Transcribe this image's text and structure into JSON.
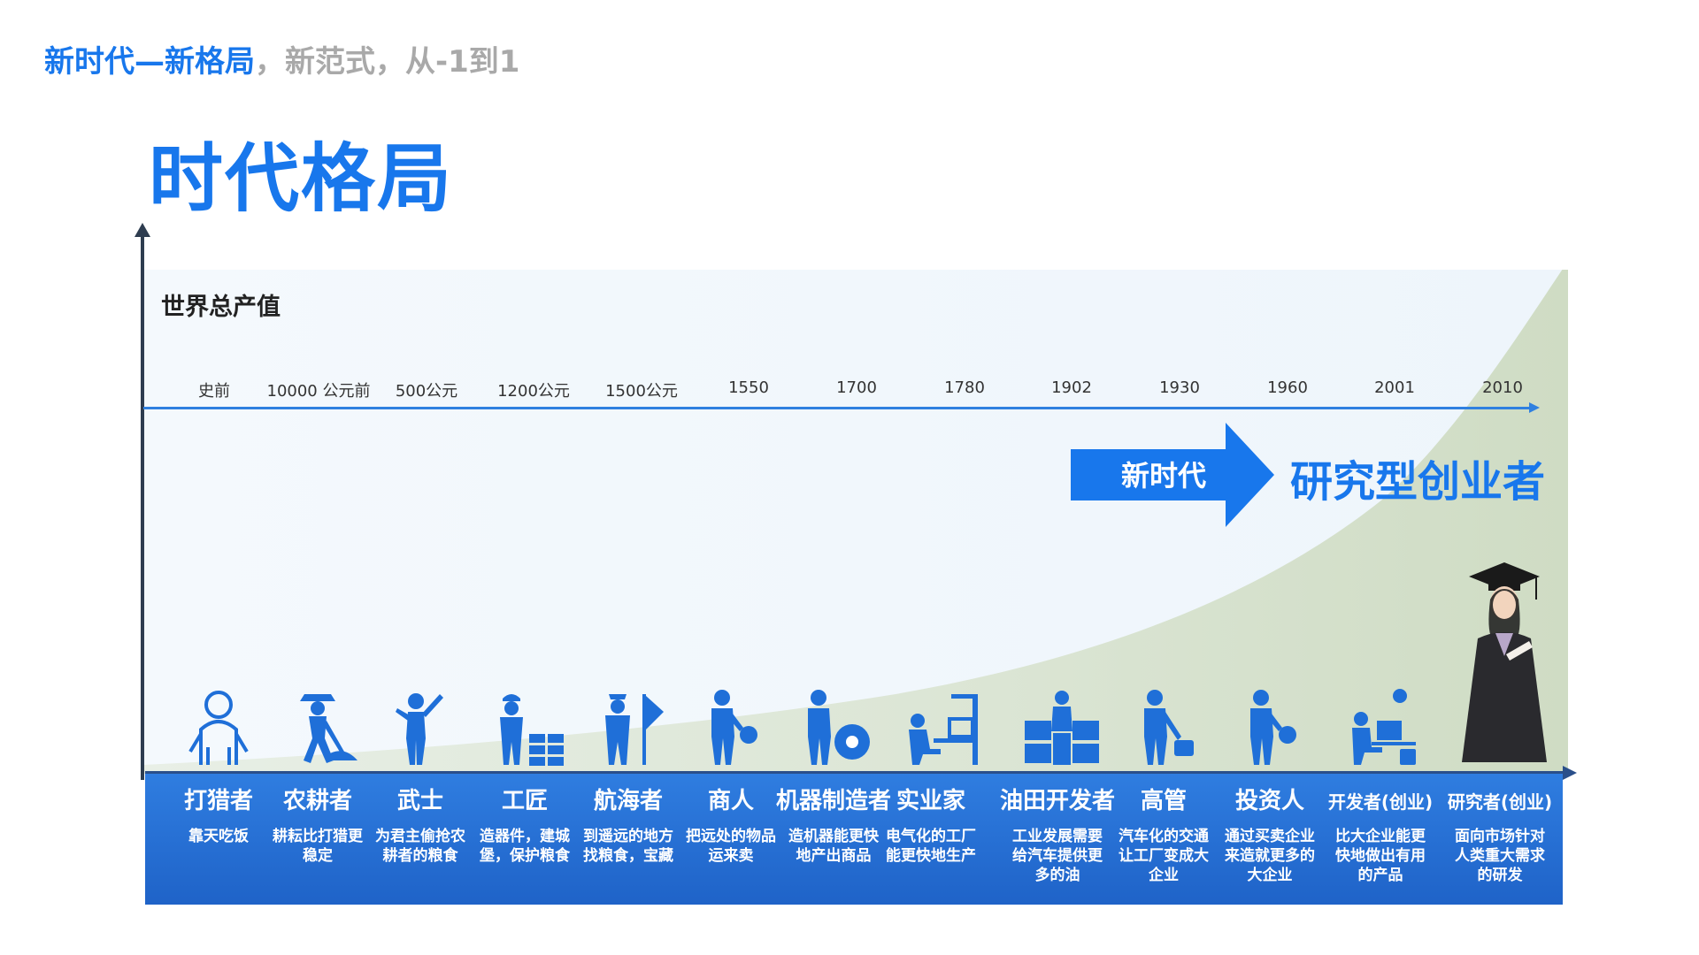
{
  "header": {
    "part1": "新时代—新格局",
    "part2": "，新范式，从-1到1"
  },
  "title": "时代格局",
  "y_axis_label": "世界总产值",
  "timeline": [
    "史前",
    "10000 公元前",
    "500公元",
    "1200公元",
    "1500公元",
    "1550",
    "1700",
    "1780",
    "1902",
    "1930",
    "1960",
    "2001",
    "2010"
  ],
  "callout": {
    "arrow_label": "新时代",
    "target": "研究型创业者"
  },
  "roles": [
    {
      "name": "打猎者",
      "desc": "靠天吃饭",
      "icon": "hunter-icon"
    },
    {
      "name": "农耕者",
      "desc": "耕耘比打猎更稳定",
      "icon": "farmer-icon"
    },
    {
      "name": "武士",
      "desc": "为君主偷抢农耕者的粮食",
      "icon": "warrior-icon"
    },
    {
      "name": "工匠",
      "desc": "造器件，建城堡，保护粮食",
      "icon": "craftsman-icon"
    },
    {
      "name": "航海者",
      "desc": "到遥远的地方找粮食，宝藏",
      "icon": "navigator-icon"
    },
    {
      "name": "商人",
      "desc": "把远处的物品运来卖",
      "icon": "merchant-icon"
    },
    {
      "name": "机器制造者",
      "desc": "造机器能更快地产出商品",
      "icon": "machine-maker-icon"
    },
    {
      "name": "实业家",
      "desc": "电气化的工厂能更快地生产",
      "icon": "industrialist-icon"
    },
    {
      "name": "油田开发者",
      "desc": "工业发展需要给汽车提供更多的油",
      "icon": "oil-developer-icon"
    },
    {
      "name": "高管",
      "desc": "汽车化的交通让工厂变成大企业",
      "icon": "executive-icon"
    },
    {
      "name": "投资人",
      "desc": "通过买卖企业来造就更多的大企业",
      "icon": "investor-icon"
    },
    {
      "name": "开发者(创业)",
      "desc": "比大企业能更快地做出有用的产品",
      "icon": "developer-icon"
    },
    {
      "name": "研究者(创业)",
      "desc": "面向市场针对人类重大需求的研发",
      "icon": "graduate-icon"
    }
  ],
  "colors": {
    "brand_blue": "#1877ec",
    "band_blue": "#2f7de0",
    "header_gray": "#a9a9a9",
    "curve_fill": "#d6e2cc"
  }
}
